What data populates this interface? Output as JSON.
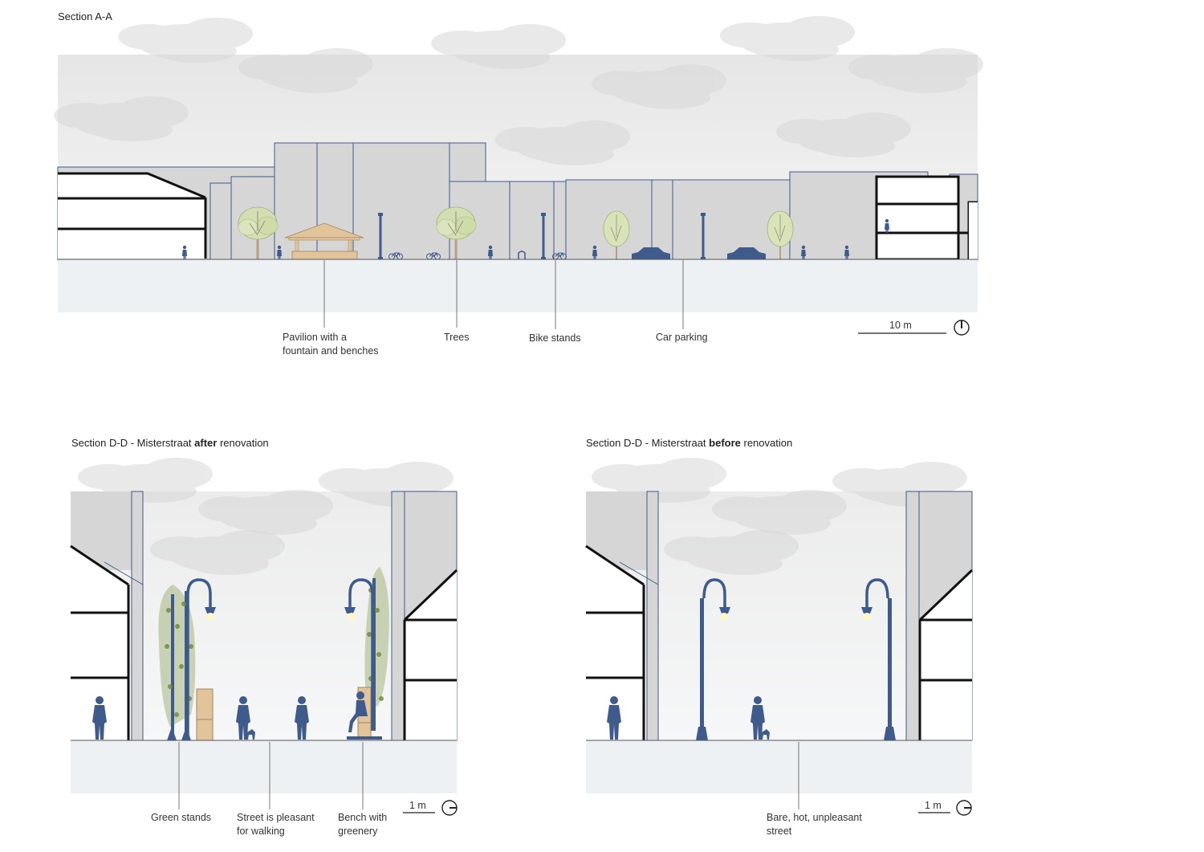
{
  "sections": {
    "aa": {
      "title": "Section A-A",
      "labels": {
        "pavilion": "Pavilion with a\nfountain and benches",
        "trees": "Trees",
        "bikes": "Bike stands",
        "parking": "Car parking"
      },
      "scale": "10 m"
    },
    "dd_after": {
      "title_prefix": "Section D-D - Misterstraat ",
      "title_bold": "after",
      "title_suffix": " renovation",
      "labels": {
        "green_stands": "Green stands",
        "street": "Street is pleasant\nfor walking",
        "bench": "Bench with\ngreenery"
      },
      "scale": "1 m"
    },
    "dd_before": {
      "title_prefix": "Section D-D - Misterstraat ",
      "title_bold": "before",
      "title_suffix": " renovation",
      "labels": {
        "bare": "Bare, hot, unpleasant\nstreet"
      },
      "scale": "1 m"
    }
  },
  "colors": {
    "accent_blue": "#3f5b8c",
    "building_grey": "#d6d6d6",
    "ground": "#eef1f4",
    "tree_green": "#c9d6a8",
    "wood": "#e2c49b"
  }
}
